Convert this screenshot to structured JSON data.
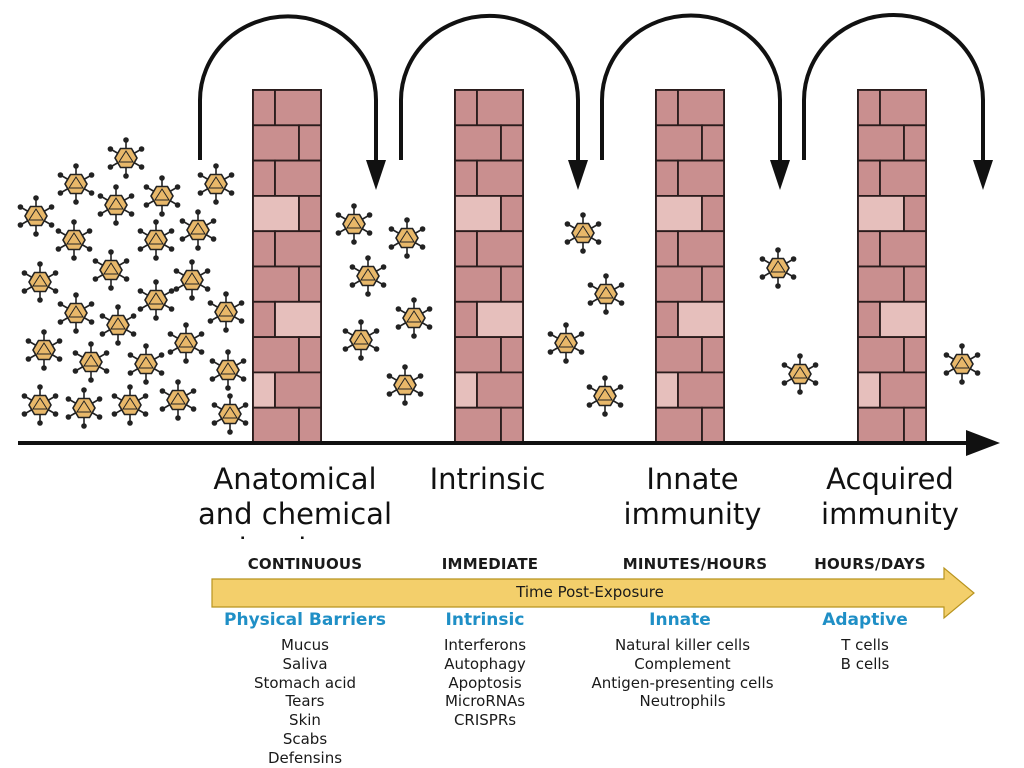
{
  "stages": [
    {
      "label": "Anatomical\nand chemical\nbarriers"
    },
    {
      "label": "Intrinsic"
    },
    {
      "label": "Innate\nimmunity"
    },
    {
      "label": "Acquired\nimmunity"
    }
  ],
  "timing": [
    "CONTINUOUS",
    "IMMEDIATE",
    "MINUTES/HOURS",
    "HOURS/DAYS"
  ],
  "time_arrow_label": "Time Post-Exposure",
  "categories": [
    {
      "heading": "Physical Barriers",
      "items": [
        "Mucus",
        "Saliva",
        "Stomach acid",
        "Tears",
        "Skin",
        "Scabs",
        "Defensins"
      ]
    },
    {
      "heading": "Intrinsic",
      "items": [
        "Interferons",
        "Autophagy",
        "Apoptosis",
        "MicroRNAs",
        "CRISPRs"
      ]
    },
    {
      "heading": "Innate",
      "items": [
        "Natural killer cells",
        "Complement",
        "Antigen-presenting cells",
        "Neutrophils"
      ]
    },
    {
      "heading": "Adaptive",
      "items": [
        "T cells",
        "B cells"
      ]
    }
  ],
  "colors": {
    "brick": "#c98f8f",
    "brick_light": "#e6bfbc",
    "brick_mortar": "#2a1c1c",
    "virus_body": "#e8b86a",
    "time_arrow": "#f3cf6b",
    "category_heading": "#1f8fc6"
  }
}
